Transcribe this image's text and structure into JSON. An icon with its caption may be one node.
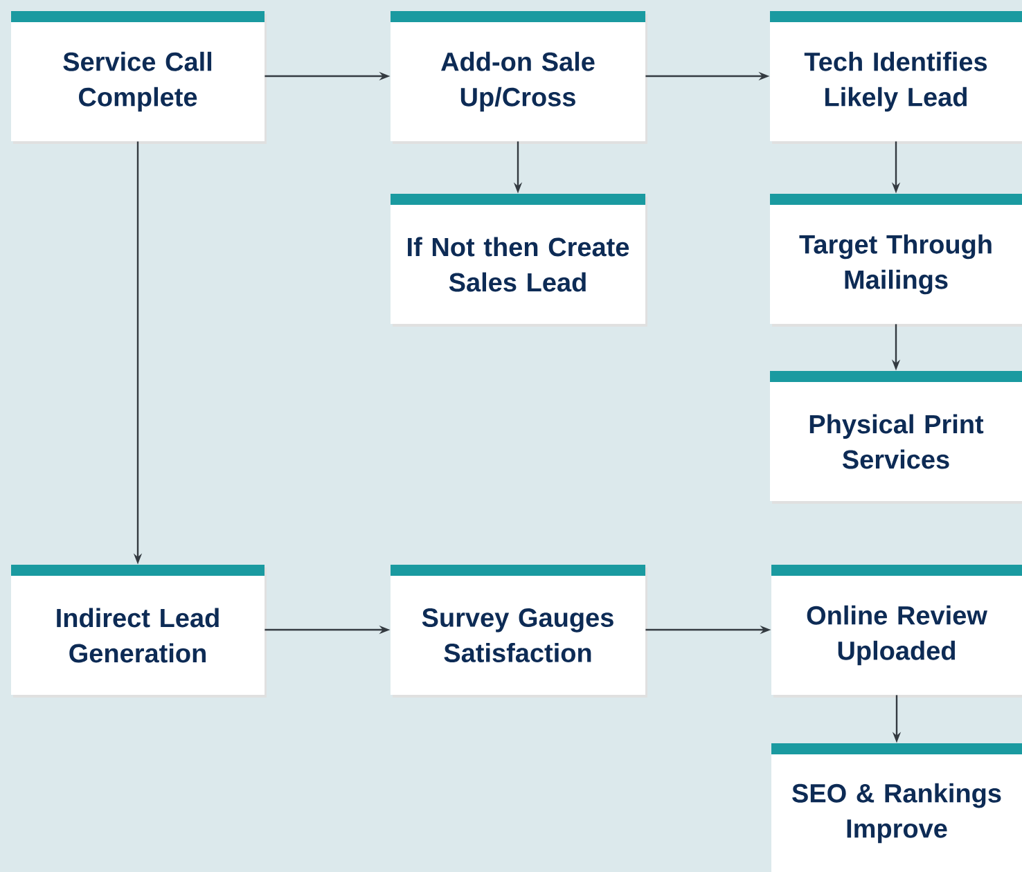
{
  "diagram": {
    "nodes": [
      {
        "text": [
          "Service Call Complete"
        ]
      },
      {
        "text": [
          "Add-on Sale Up/Cross"
        ]
      },
      {
        "text": [
          "Tech Identifies Likely Lead"
        ]
      },
      {
        "text": [
          "If Not then Create Sales Lead"
        ]
      },
      {
        "text": [
          "Target Through Mailings"
        ]
      },
      {
        "text": [
          "Physical Print Services"
        ]
      },
      {
        "text": [
          "Indirect Lead Generation"
        ]
      },
      {
        "text": [
          "Survey Gauges Satisfaction"
        ]
      },
      {
        "text": [
          "Online Review Uploaded"
        ]
      },
      {
        "text": [
          "SEO & Rankings Improve"
        ]
      }
    ],
    "edges": [
      {
        "from": 0,
        "to": 1,
        "arrow": "to"
      },
      {
        "from": 1,
        "to": 2,
        "arrow": "to"
      },
      {
        "from": 1,
        "to": 3,
        "arrow": "to"
      },
      {
        "from": 2,
        "to": 4,
        "arrow": "to"
      },
      {
        "from": 4,
        "to": 5,
        "arrow": "to"
      },
      {
        "from": 0,
        "to": 6,
        "arrow": "to"
      },
      {
        "from": 6,
        "to": 7,
        "arrow": "to"
      },
      {
        "from": 7,
        "to": 8,
        "arrow": "to"
      },
      {
        "from": 8,
        "to": 9,
        "arrow": "to"
      }
    ]
  }
}
